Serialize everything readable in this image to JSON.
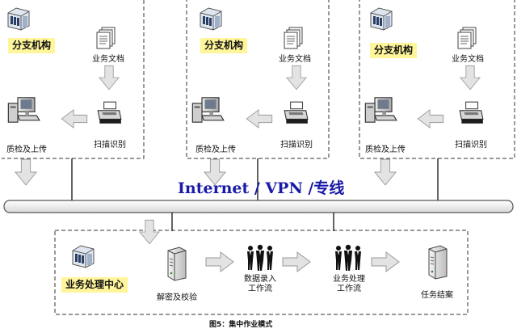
{
  "branches": [
    {
      "title": "分支机构",
      "docs_label": "业务文档",
      "scan_label": "扫描识别",
      "qc_label": "质检及上传"
    },
    {
      "title": "分支机构",
      "docs_label": "业务文档",
      "scan_label": "扫描识别",
      "qc_label": "质检及上传"
    },
    {
      "title": "分支机构",
      "docs_label": "业务文档",
      "scan_label": "扫描识别",
      "qc_label": "质检及上传"
    }
  ],
  "network": {
    "label": "Internet / VPN /专线",
    "color": "#1a1aa8"
  },
  "center": {
    "title": "业务处理中心",
    "steps": {
      "decrypt": "解密及校验",
      "data_entry": "数据录入\n工作流",
      "processing": "业务处理\n工作流",
      "closure": "任务结案"
    }
  },
  "caption": "图5：集中作业模式",
  "colors": {
    "highlight": "#fff59a",
    "arrow_fill": "#e3e3e3",
    "bus_fill": "#f3f3f3"
  }
}
